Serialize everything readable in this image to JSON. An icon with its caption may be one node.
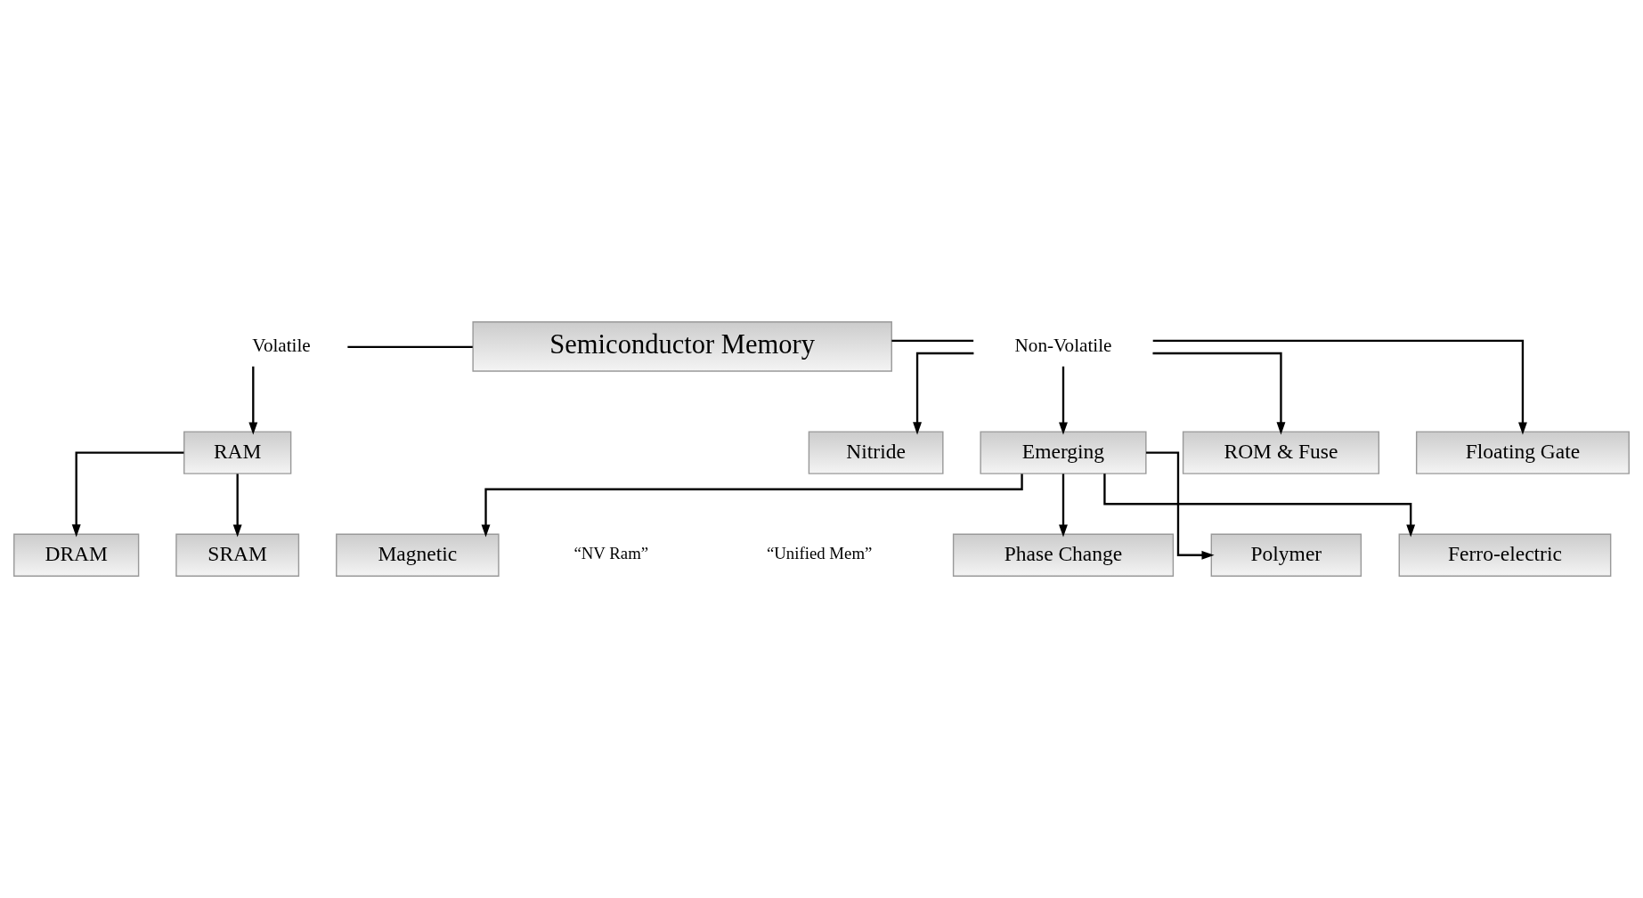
{
  "diagram": {
    "nodes": [
      {
        "text": [
          "Semiconductor Memory"
        ]
      },
      {
        "text": [
          "Volatile"
        ]
      },
      {
        "text": [
          "Non-Volatile"
        ]
      },
      {
        "text": [
          "RAM"
        ]
      },
      {
        "text": [
          "DRAM"
        ]
      },
      {
        "text": [
          "SRAM"
        ]
      },
      {
        "text": [
          "Floating Gate"
        ]
      },
      {
        "text": [
          "Nitride"
        ]
      },
      {
        "text": [
          "Emerging"
        ]
      },
      {
        "text": [
          "ROM & Fuse"
        ]
      },
      {
        "text": [
          "Ferro-electric"
        ]
      },
      {
        "text": [
          "Magnetic"
        ]
      },
      {
        "text": [
          "Phase Change"
        ]
      },
      {
        "text": [
          "Polymer"
        ]
      }
    ],
    "edges": [
      {
        "from": 1,
        "to": 0,
        "arrow": "none"
      },
      {
        "from": 0,
        "to": 2,
        "arrow": "none"
      },
      {
        "from": 1,
        "to": 3,
        "arrow": "to"
      },
      {
        "from": 3,
        "to": 4,
        "arrow": "to"
      },
      {
        "from": 3,
        "to": 5,
        "arrow": "to"
      },
      {
        "from": 2,
        "to": 6,
        "arrow": "to"
      },
      {
        "from": 2,
        "to": 7,
        "arrow": "to"
      },
      {
        "from": 2,
        "to": 8,
        "arrow": "to"
      },
      {
        "from": 2,
        "to": 9,
        "arrow": "to"
      },
      {
        "from": 8,
        "to": 10,
        "arrow": "to"
      },
      {
        "from": 8,
        "to": 11,
        "arrow": "to"
      },
      {
        "from": 8,
        "to": 12,
        "arrow": "to"
      },
      {
        "from": 8,
        "to": 13,
        "arrow": "to"
      }
    ],
    "labels": [
      "“NV Ram”",
      "“Unified Mem”"
    ]
  }
}
